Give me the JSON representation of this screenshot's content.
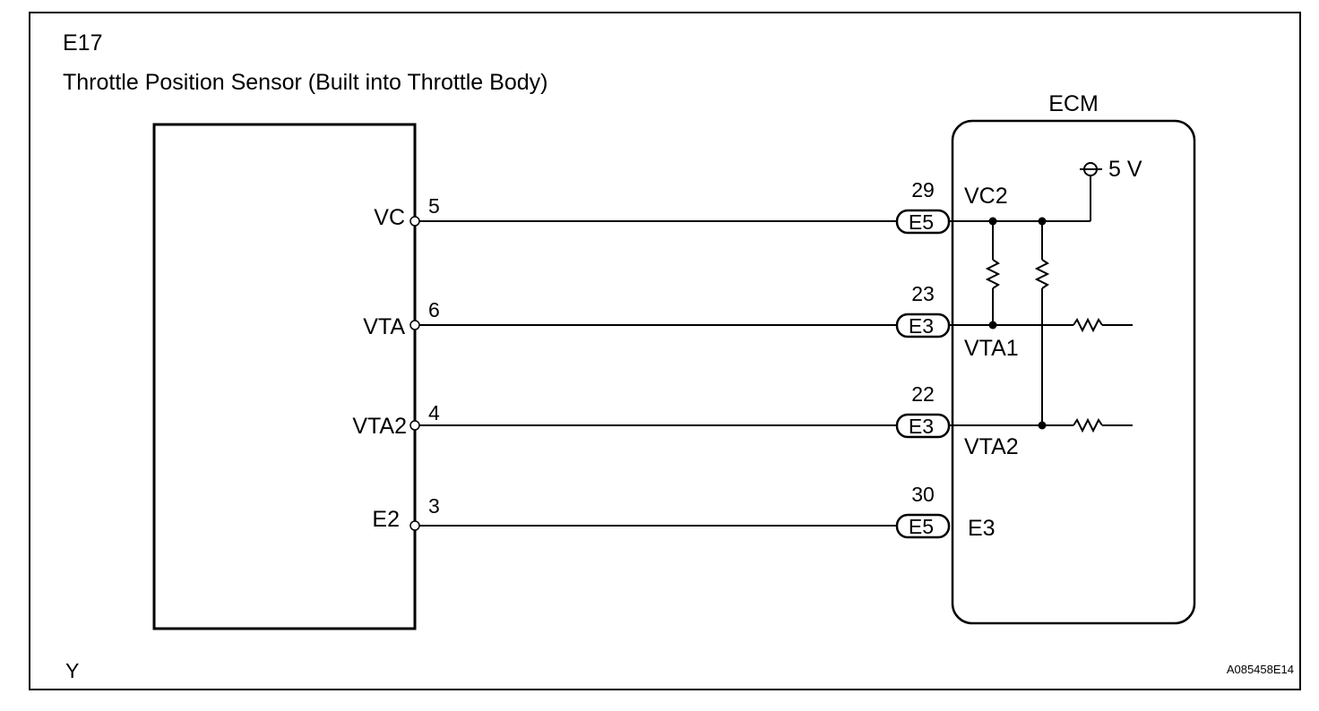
{
  "header": {
    "connector_code": "E17",
    "component_title": "Throttle Position Sensor (Built into Throttle Body)"
  },
  "ecm": {
    "title": "ECM",
    "supply_label": "5 V"
  },
  "sensor_pins": [
    {
      "name": "VC",
      "pin": "5"
    },
    {
      "name": "VTA",
      "pin": "6"
    },
    {
      "name": "VTA2",
      "pin": "4"
    },
    {
      "name": "E2",
      "pin": "3"
    }
  ],
  "ecm_pins": [
    {
      "pin": "29",
      "connector": "E5",
      "signal": "VC2"
    },
    {
      "pin": "23",
      "connector": "E3",
      "signal": "VTA1"
    },
    {
      "pin": "22",
      "connector": "E3",
      "signal": "VTA2"
    },
    {
      "pin": "30",
      "connector": "E5",
      "signal": "E3"
    }
  ],
  "footer": {
    "wire_color": "Y",
    "figure_id": "A085458E14"
  }
}
